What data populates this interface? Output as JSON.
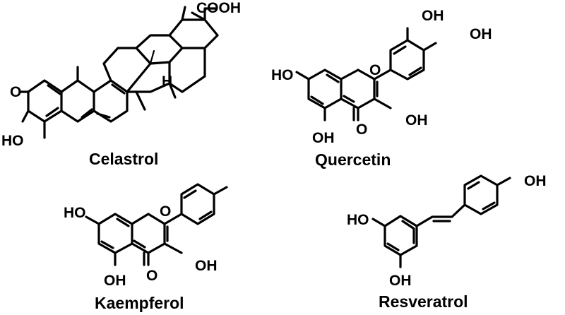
{
  "compounds": [
    {
      "name": "Celastrol",
      "labels": {
        "carbonyl_o": "O",
        "hydroxyl": "HO",
        "acid": "COOH",
        "hydrogen": "H"
      }
    },
    {
      "name": "Quercetin",
      "labels": {
        "oh_3p": "OH",
        "oh_4p": "OH",
        "oh_7": "HO",
        "ring_o": "O",
        "oh_5": "OH",
        "carbonyl_o": "O",
        "oh_3": "OH"
      }
    },
    {
      "name": "Kaempferol",
      "labels": {
        "oh_7": "HO",
        "ring_o": "O",
        "oh_5": "OH",
        "carbonyl_o": "O",
        "oh_3": "OH"
      }
    },
    {
      "name": "Resveratrol",
      "labels": {
        "oh_4p": "OH",
        "oh_3": "HO",
        "oh_5": "OH"
      }
    }
  ]
}
